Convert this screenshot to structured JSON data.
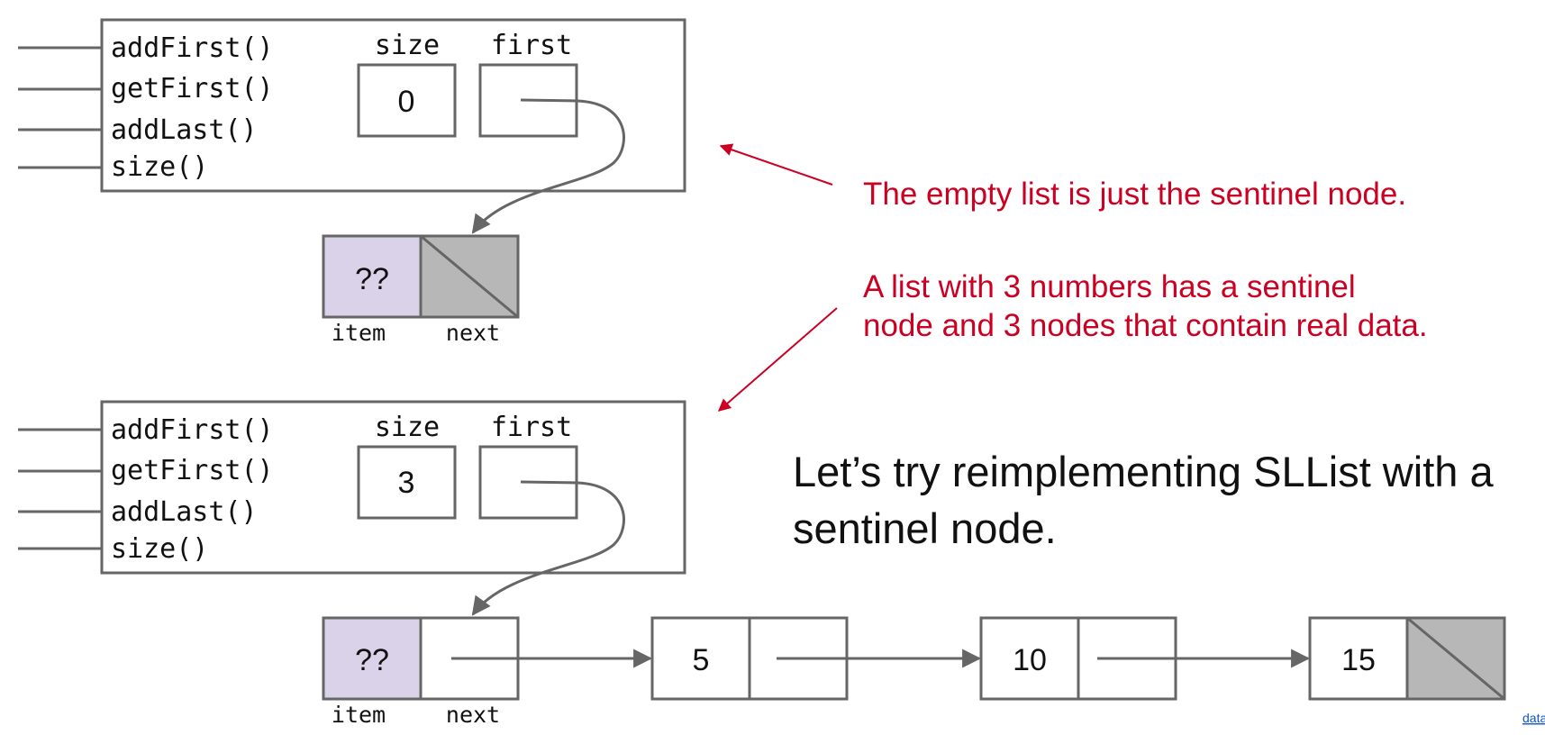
{
  "lists": [
    {
      "methods": [
        "addFirst()",
        "getFirst()",
        "addLast()",
        "size()"
      ],
      "size_label": "size",
      "first_label": "first",
      "size_value": "0",
      "item_label": "item",
      "next_label": "next",
      "nodes": [
        {
          "item": "??",
          "sentinel": true,
          "next_null": true
        }
      ]
    },
    {
      "methods": [
        "addFirst()",
        "getFirst()",
        "addLast()",
        "size()"
      ],
      "size_label": "size",
      "first_label": "first",
      "size_value": "3",
      "item_label": "item",
      "next_label": "next",
      "nodes": [
        {
          "item": "??",
          "sentinel": true,
          "next_null": false
        },
        {
          "item": "5",
          "sentinel": false,
          "next_null": false
        },
        {
          "item": "10",
          "sentinel": false,
          "next_null": false
        },
        {
          "item": "15",
          "sentinel": false,
          "next_null": true
        }
      ]
    }
  ],
  "notes": {
    "empty_list": "The empty list is just the sentinel node.",
    "three_numbers_line1": "A list with 3 numbers has a sentinel",
    "three_numbers_line2": "node and 3 nodes that contain real data."
  },
  "heading": {
    "line1": "Let’s try reimplementing SLList with a",
    "line2": "sentinel node."
  },
  "corner_link": "data",
  "colors": {
    "stroke": "#666666",
    "sentinel_fill": "#d9d2e9",
    "null_fill": "#b7b7b7",
    "annotation": "#cc0022"
  }
}
